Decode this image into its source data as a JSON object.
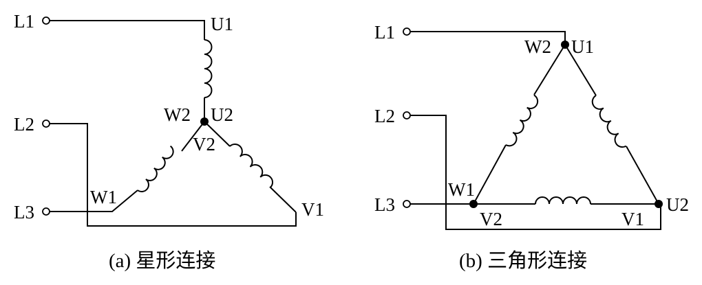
{
  "star": {
    "labels": {
      "l1": "L1",
      "l2": "L2",
      "l3": "L3",
      "u1": "U1",
      "u2": "U2",
      "w2": "W2",
      "v2": "V2",
      "w1": "W1",
      "v1": "V1"
    },
    "caption": "(a) 星形连接"
  },
  "delta": {
    "labels": {
      "l1": "L1",
      "l2": "L2",
      "l3": "L3",
      "w2": "W2",
      "u1": "U1",
      "w1": "W1",
      "v2": "V2",
      "v1": "V1",
      "u2": "U2"
    },
    "caption": "(b) 三角形连接"
  }
}
